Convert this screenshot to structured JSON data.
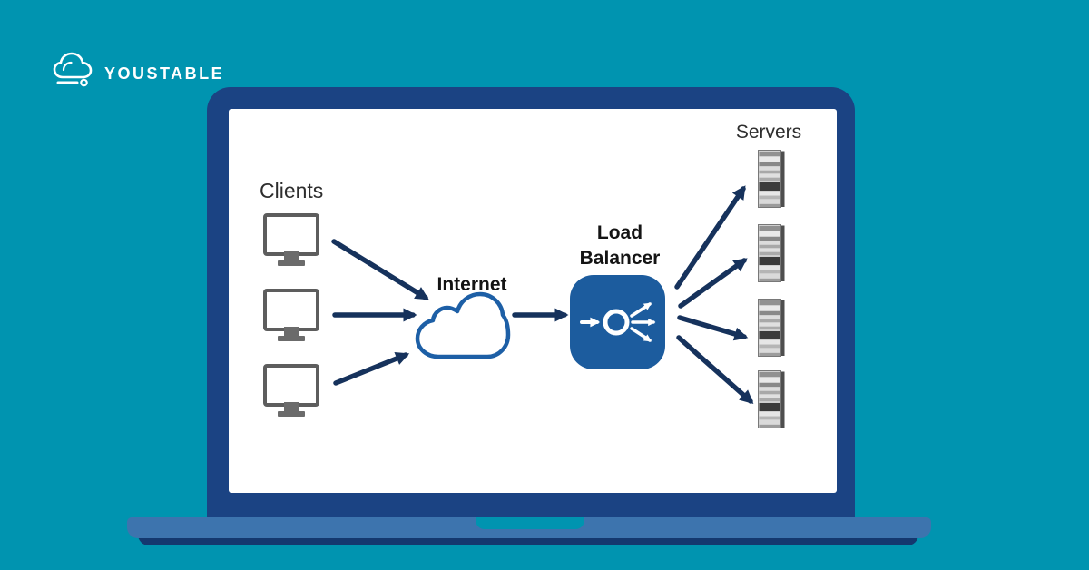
{
  "brand": {
    "name": "YOUSTABLE",
    "logo_icon": "cloud-hosting-icon",
    "logo_color": "#FFFFFF"
  },
  "diagram": {
    "nodes": {
      "clients": {
        "label": "Clients",
        "count": 3,
        "icon": "desktop-monitor-icon"
      },
      "internet": {
        "label": "Internet",
        "icon": "cloud-icon"
      },
      "load_balancer": {
        "label_lines": [
          "Load",
          "Balancer"
        ],
        "icon": "load-balancer-icon"
      },
      "servers": {
        "label": "Servers",
        "count": 4,
        "icon": "server-tower-icon"
      }
    },
    "edges": [
      {
        "from": "client-1",
        "to": "internet"
      },
      {
        "from": "client-2",
        "to": "internet"
      },
      {
        "from": "client-3",
        "to": "internet"
      },
      {
        "from": "internet",
        "to": "load-balancer"
      },
      {
        "from": "load-balancer",
        "to": "server-1"
      },
      {
        "from": "load-balancer",
        "to": "server-2"
      },
      {
        "from": "load-balancer",
        "to": "server-3"
      },
      {
        "from": "load-balancer",
        "to": "server-4"
      }
    ]
  },
  "colors": {
    "background": "#0094B0",
    "laptop_bezel": "#1B4383",
    "laptop_base": "#3D74AE",
    "laptop_base_shadow": "#14386F",
    "screen": "#FFFFFF",
    "arrow": "#16325C",
    "cloud_stroke": "#1D5FA6",
    "load_balancer_fill": "#1C5C9E",
    "label_text": "#2E2E2E"
  }
}
